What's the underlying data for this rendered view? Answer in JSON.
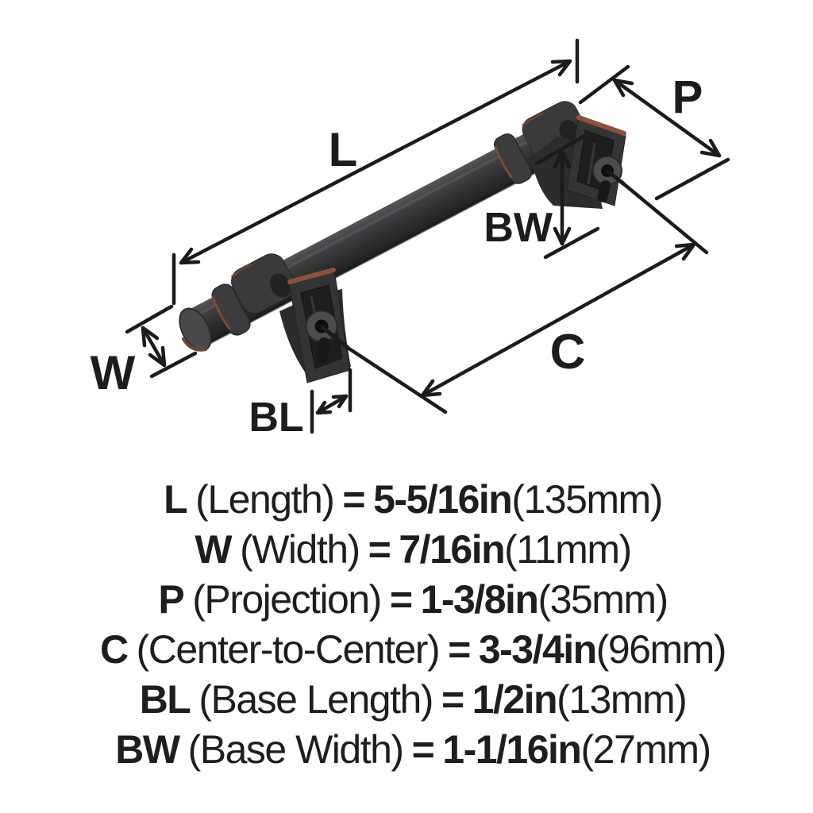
{
  "diagram": {
    "labels": {
      "length": "L",
      "width": "W",
      "projection": "P",
      "center_to_center": "C",
      "base_length": "BL",
      "base_width": "BW"
    },
    "colors": {
      "background": "#ffffff",
      "dimension_line": "#1b1b1d",
      "text": "#1e1e20",
      "handle_body": "#3a3a3d",
      "handle_shadow": "#2c2c2e",
      "bronze_accent": "#8a5339",
      "overlay_line": "#ffffff"
    }
  },
  "specs": [
    {
      "abbr": "L",
      "name": "(Length)",
      "eq": "=",
      "value": "5-5/16in",
      "metric": "(135mm)"
    },
    {
      "abbr": "W",
      "name": "(Width)",
      "eq": "=",
      "value": "7/16in",
      "metric": "(11mm)"
    },
    {
      "abbr": "P",
      "name": "(Projection)",
      "eq": "=",
      "value": "1-3/8in",
      "metric": "(35mm)"
    },
    {
      "abbr": "C",
      "name": "(Center-to-Center)",
      "eq": "=",
      "value": "3-3/4in",
      "metric": "(96mm)"
    },
    {
      "abbr": "BL",
      "name": "(Base Length)",
      "eq": "=",
      "value": "1/2in",
      "metric": "(13mm)"
    },
    {
      "abbr": "BW",
      "name": "(Base Width)",
      "eq": "=",
      "value": "1-1/16in",
      "metric": "(27mm)"
    }
  ]
}
